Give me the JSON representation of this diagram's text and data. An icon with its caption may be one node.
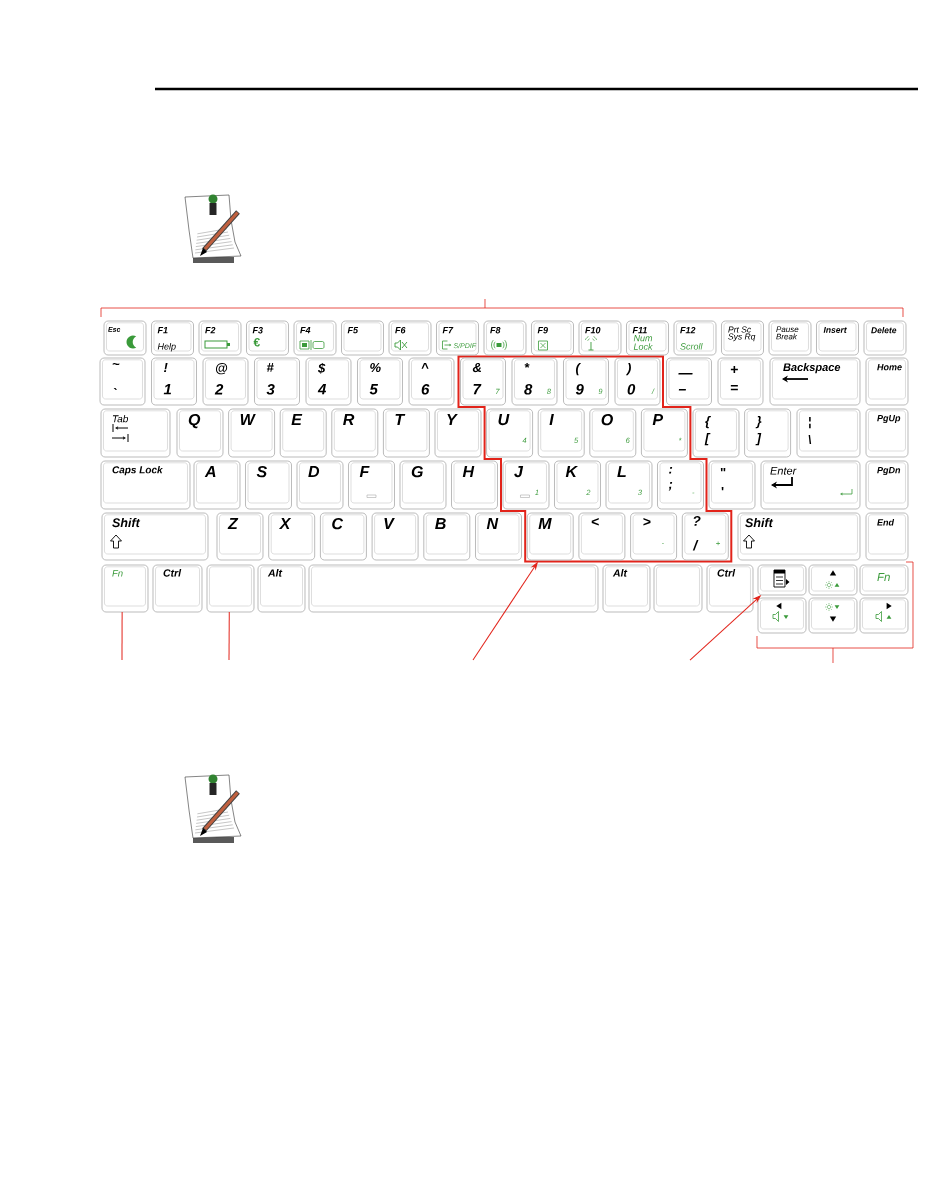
{
  "diagram": {
    "nodes": [
      {
        "text": [],
        "shape": "box"
      },
      {
        "text": [
          "Esc"
        ]
      },
      {
        "text": [
          "F1",
          "Help"
        ]
      },
      {
        "text": [
          "F2"
        ]
      },
      {
        "text": [
          "F3",
          "€"
        ]
      },
      {
        "text": [
          "F4"
        ]
      },
      {
        "text": [
          "F5"
        ]
      },
      {
        "text": [
          "F6"
        ]
      },
      {
        "text": [
          "F7",
          "S/PDIF"
        ]
      },
      {
        "text": [
          "F8"
        ]
      },
      {
        "text": [
          "F9"
        ]
      },
      {
        "text": [
          "F10"
        ]
      },
      {
        "text": [
          "F11",
          "Num Lock"
        ]
      },
      {
        "text": [
          "F12",
          "Scroll"
        ]
      },
      {
        "text": [
          "Prt Sc",
          "Sys Rq"
        ]
      },
      {
        "text": [
          "Pause",
          "Break"
        ]
      },
      {
        "text": [
          "Insert"
        ]
      },
      {
        "text": [
          "Delete"
        ]
      },
      {
        "text": [
          "~",
          "`"
        ]
      },
      {
        "text": [
          "!",
          "1"
        ]
      },
      {
        "text": [
          "@",
          "2"
        ]
      },
      {
        "text": [
          "#",
          "3"
        ]
      },
      {
        "text": [
          "$",
          "4"
        ]
      },
      {
        "text": [
          "%",
          "5"
        ]
      },
      {
        "text": [
          "^",
          "6"
        ]
      },
      {
        "text": [
          "&",
          "7",
          "7"
        ],
        "in": 0
      },
      {
        "text": [
          "*",
          "8",
          "8"
        ],
        "in": 0
      },
      {
        "text": [
          "(",
          "9",
          "9"
        ],
        "in": 0
      },
      {
        "text": [
          ")",
          "0",
          "/"
        ],
        "in": 0
      },
      {
        "text": [
          "—",
          "–"
        ]
      },
      {
        "text": [
          "+",
          "="
        ]
      },
      {
        "text": [
          "Backspace"
        ]
      },
      {
        "text": [
          "Home"
        ]
      },
      {
        "text": [
          "Tab"
        ]
      },
      {
        "text": [
          "Q"
        ]
      },
      {
        "text": [
          "W"
        ]
      },
      {
        "text": [
          "E"
        ]
      },
      {
        "text": [
          "R"
        ]
      },
      {
        "text": [
          "T"
        ]
      },
      {
        "text": [
          "Y"
        ]
      },
      {
        "text": [
          "U",
          "4"
        ],
        "in": 0
      },
      {
        "text": [
          "I",
          "5"
        ],
        "in": 0
      },
      {
        "text": [
          "O",
          "6"
        ],
        "in": 0
      },
      {
        "text": [
          "P",
          "*"
        ],
        "in": 0
      },
      {
        "text": [
          "{",
          "["
        ]
      },
      {
        "text": [
          "}",
          "]"
        ]
      },
      {
        "text": [
          "¦",
          "\\"
        ]
      },
      {
        "text": [
          "PgUp"
        ]
      },
      {
        "text": [
          "Caps Lock"
        ]
      },
      {
        "text": [
          "A"
        ]
      },
      {
        "text": [
          "S"
        ]
      },
      {
        "text": [
          "D"
        ]
      },
      {
        "text": [
          "F"
        ]
      },
      {
        "text": [
          "G"
        ]
      },
      {
        "text": [
          "H"
        ]
      },
      {
        "text": [
          "J",
          "1"
        ],
        "in": 0
      },
      {
        "text": [
          "K",
          "2"
        ],
        "in": 0
      },
      {
        "text": [
          "L",
          "3"
        ],
        "in": 0
      },
      {
        "text": [
          ":",
          ";",
          "-"
        ],
        "in": 0
      },
      {
        "text": [
          "\"",
          "'"
        ]
      },
      {
        "text": [
          "Enter"
        ]
      },
      {
        "text": [
          "PgDn"
        ]
      },
      {
        "text": [
          "Shift"
        ]
      },
      {
        "text": [
          "Z"
        ]
      },
      {
        "text": [
          "X"
        ]
      },
      {
        "text": [
          "C"
        ]
      },
      {
        "text": [
          "V"
        ]
      },
      {
        "text": [
          "B"
        ]
      },
      {
        "text": [
          "N"
        ]
      },
      {
        "text": [
          "M"
        ],
        "in": 0
      },
      {
        "text": [
          "<"
        ],
        "in": 0
      },
      {
        "text": [
          ">",
          "."
        ],
        "in": 0
      },
      {
        "text": [
          "?",
          "/",
          "+"
        ],
        "in": 0
      },
      {
        "text": [
          "Shift"
        ]
      },
      {
        "text": [
          "End"
        ]
      },
      {
        "text": [
          "Fn"
        ]
      },
      {
        "text": [
          "Ctrl"
        ]
      },
      {
        "text": [],
        "shape": "box"
      },
      {
        "text": [
          "Alt"
        ]
      },
      {
        "text": [],
        "shape": "box"
      },
      {
        "text": [
          "Alt"
        ]
      },
      {
        "text": [],
        "shape": "box"
      },
      {
        "text": [
          "Ctrl"
        ]
      },
      {
        "text": [],
        "shape": "box"
      },
      {
        "text": [],
        "shape": "box"
      },
      {
        "text": [
          "Fn"
        ]
      },
      {
        "text": [],
        "shape": "box"
      },
      {
        "text": [],
        "shape": "box"
      },
      {
        "text": [],
        "shape": "box"
      }
    ],
    "edges": [
      {
        "from": null,
        "to": 75,
        "arrow": "none"
      },
      {
        "from": null,
        "to": 77,
        "arrow": "none"
      },
      {
        "from": null,
        "to": 0,
        "arrow": "to"
      },
      {
        "from": null,
        "to": 83,
        "arrow": "to"
      }
    ]
  }
}
